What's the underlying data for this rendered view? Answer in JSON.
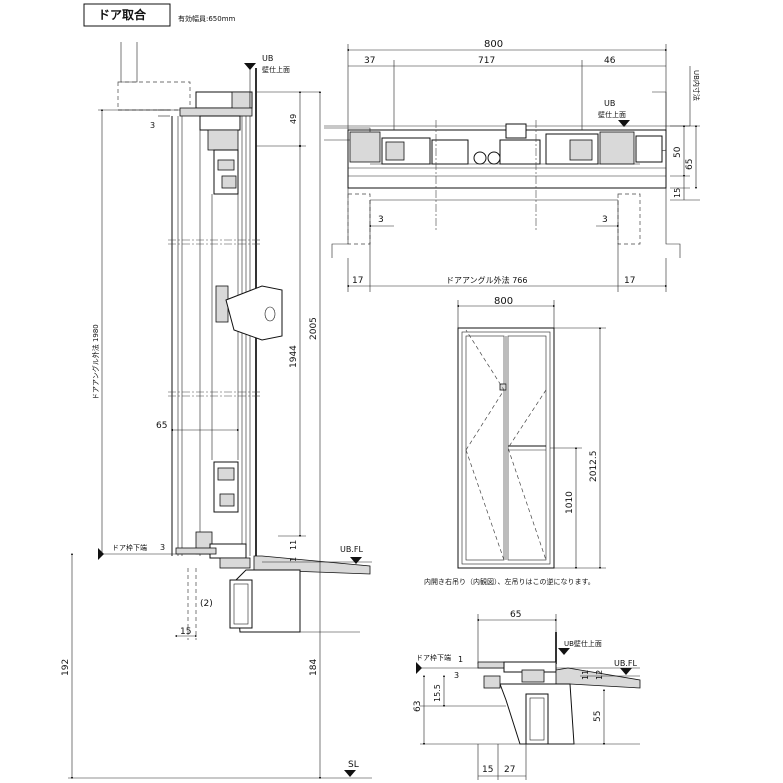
{
  "title": "ドア取合",
  "subtitle": "有効幅員:650mm",
  "elevation": {
    "dim_1980": "ドアアングル外法 1980",
    "dim_192": "192",
    "dim_3_top": "3",
    "dim_49": "49",
    "dim_1944": "1944",
    "dim_2005": "2005",
    "dim_65": "65",
    "dim_11": "11",
    "dim_1": "1",
    "dim_184": "184",
    "dim_15": "15",
    "dim_2": "(2)",
    "dim_3_bottom": "3",
    "ub_wall_line1": "UB",
    "ub_wall_line2": "壁仕上面",
    "ub_fl": "UB.FL",
    "door_frame_bottom": "ドア枠下端",
    "sl": "SL"
  },
  "plan": {
    "dim_800": "800",
    "dim_37": "37",
    "dim_717": "717",
    "dim_46": "46",
    "ub_inner": "UB内寸法",
    "ub_wall_line1": "UB",
    "ub_wall_line2": "壁仕上面",
    "dim_50": "50",
    "dim_65": "65",
    "dim_15": "15",
    "dim_3_left": "3",
    "dim_3_right": "3",
    "dim_17_left": "17",
    "dim_17_right": "17",
    "angle_outer": "ドアアングル外法 766"
  },
  "door": {
    "dim_800": "800",
    "dim_2012": "2012.5",
    "dim_1010": "1010",
    "note": "内開き右吊り（内観図）、左吊りはこの逆になります。"
  },
  "detail": {
    "dim_65": "65",
    "ub_wall": "UB壁仕上面",
    "door_frame_bottom": "ドア枠下端",
    "dim_1": "1",
    "dim_3": "3",
    "dim_11": "11",
    "dim_12": "12",
    "ub_fl": "UB.FL",
    "dim_63": "63",
    "dim_15_5": "15.5",
    "dim_55": "55",
    "dim_15": "15",
    "dim_27": "27"
  }
}
